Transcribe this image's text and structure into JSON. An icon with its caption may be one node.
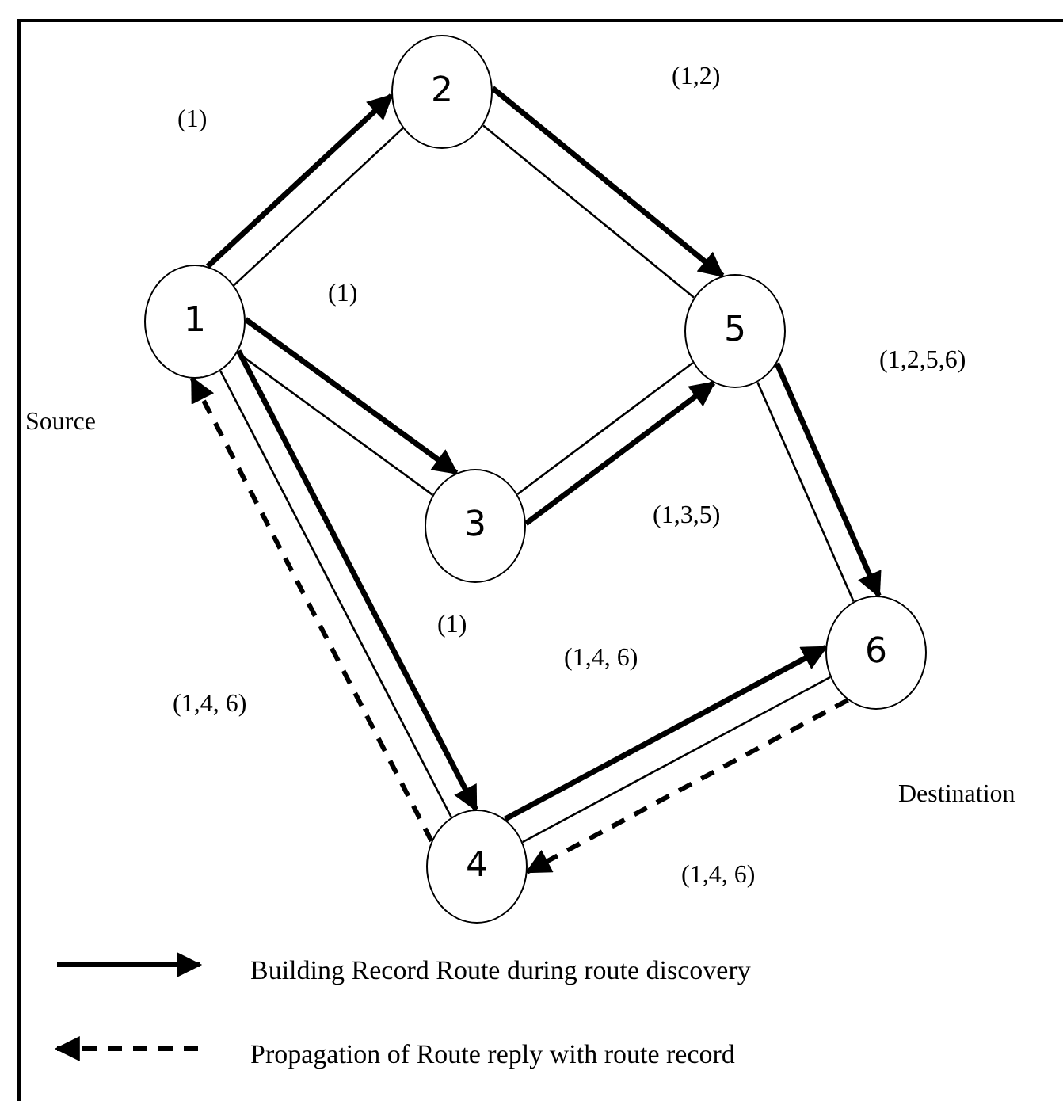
{
  "diagram": {
    "nodes": [
      {
        "text": [
          "1"
        ],
        "beside": [
          "Source"
        ]
      },
      {
        "text": [
          "2"
        ]
      },
      {
        "text": [
          "3"
        ]
      },
      {
        "text": [
          "4"
        ]
      },
      {
        "text": [
          "5"
        ]
      },
      {
        "text": [
          "6"
        ],
        "beside": [
          "Destination"
        ]
      }
    ],
    "edges": [
      {
        "from": 0,
        "to": 1,
        "arrow": "none"
      },
      {
        "from": 1,
        "to": 4,
        "arrow": "none"
      },
      {
        "from": 0,
        "to": 2,
        "arrow": "none"
      },
      {
        "from": 2,
        "to": 4,
        "arrow": "none"
      },
      {
        "from": 0,
        "to": 3,
        "arrow": "none"
      },
      {
        "from": 4,
        "to": 5,
        "arrow": "none"
      },
      {
        "from": 3,
        "to": 5,
        "arrow": "none"
      },
      {
        "from": 0,
        "to": 1,
        "arrow": "to",
        "label": "(1)"
      },
      {
        "from": 1,
        "to": 4,
        "arrow": "to",
        "label": "(1,2)"
      },
      {
        "from": 0,
        "to": 2,
        "arrow": "to",
        "label": "(1)"
      },
      {
        "from": 2,
        "to": 4,
        "arrow": "to",
        "label": "(1,3,5)"
      },
      {
        "from": 0,
        "to": 3,
        "arrow": "to",
        "label": "(1)"
      },
      {
        "from": 4,
        "to": 5,
        "arrow": "to",
        "label": "(1,2,5,6)"
      },
      {
        "from": 3,
        "to": 5,
        "arrow": "to",
        "label": "(1,4, 6)"
      },
      {
        "from": 5,
        "to": 3,
        "arrow": "to",
        "style": "dashed",
        "label": "(1,4, 6)"
      },
      {
        "from": 3,
        "to": 0,
        "arrow": "to",
        "style": "dashed",
        "label": "(1,4, 6)"
      }
    ],
    "legend": [
      {
        "text": "Building Record Route during route discovery"
      },
      {
        "text": "Propagation of Route reply with route record"
      }
    ]
  }
}
